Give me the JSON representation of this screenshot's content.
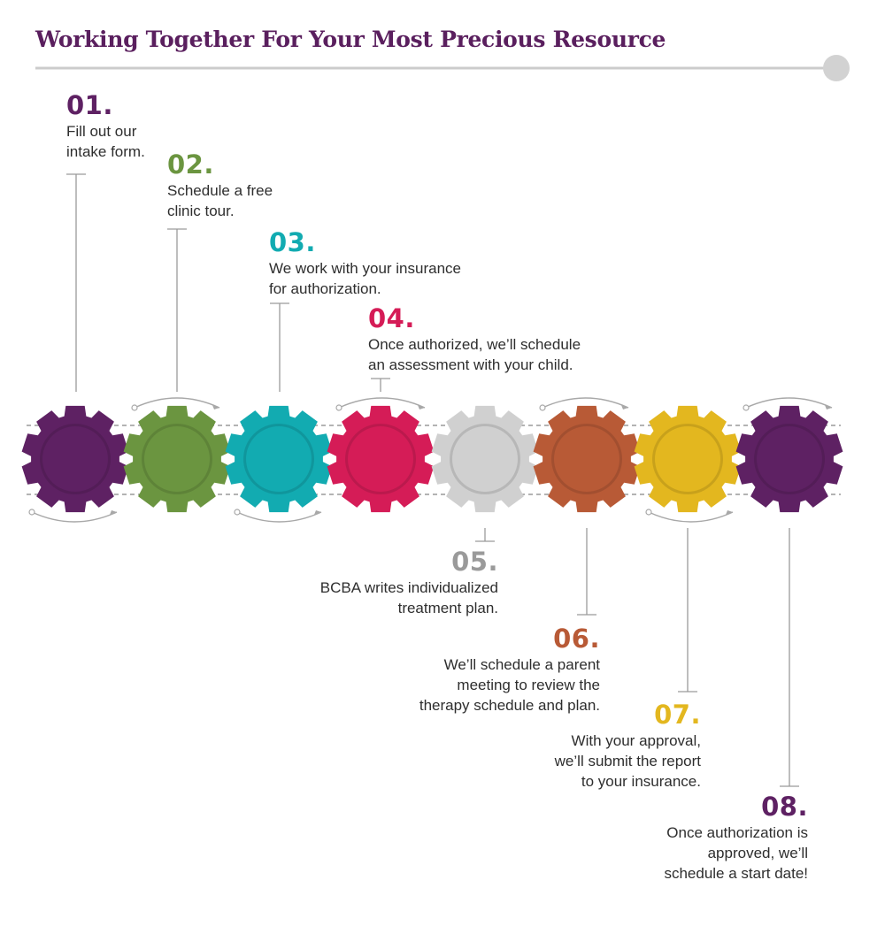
{
  "title": "Working Together For Your Most Precious Resource",
  "colors": {
    "title": "#5a1f5e",
    "line": "#cccccc",
    "connector": "#9a9a9a",
    "arrow": "#a8a8a8"
  },
  "steps": [
    {
      "number": "01.",
      "lines": [
        "Fill out our",
        "intake form."
      ],
      "color": "#5e2163"
    },
    {
      "number": "02.",
      "lines": [
        "Schedule a free",
        "clinic tour."
      ],
      "color": "#6b9540"
    },
    {
      "number": "03.",
      "lines": [
        "We work with your insurance",
        "for authorization."
      ],
      "color": "#12abb1"
    },
    {
      "number": "04.",
      "lines": [
        "Once authorized, we’ll schedule",
        "an assessment with your child."
      ],
      "color": "#d51c57"
    },
    {
      "number": "05.",
      "lines": [
        "BCBA writes individualized",
        "treatment plan."
      ],
      "color": "#9a9a9a"
    },
    {
      "number": "06.",
      "lines": [
        "We’ll schedule a parent",
        "meeting to review the",
        "therapy schedule and plan."
      ],
      "color": "#b85a36"
    },
    {
      "number": "07.",
      "lines": [
        "With your approval,",
        "we’ll submit the report",
        "to your insurance."
      ],
      "color": "#e3b71f"
    },
    {
      "number": "08.",
      "lines": [
        "Once authorization is",
        "approved, we’ll",
        "schedule a start date!"
      ],
      "color": "#5e2163"
    }
  ],
  "gear_colors": [
    "#5e2163",
    "#6b9540",
    "#12abb1",
    "#d51c57",
    "#d0d0d0",
    "#b85a36",
    "#e3b71f",
    "#5e2163"
  ]
}
